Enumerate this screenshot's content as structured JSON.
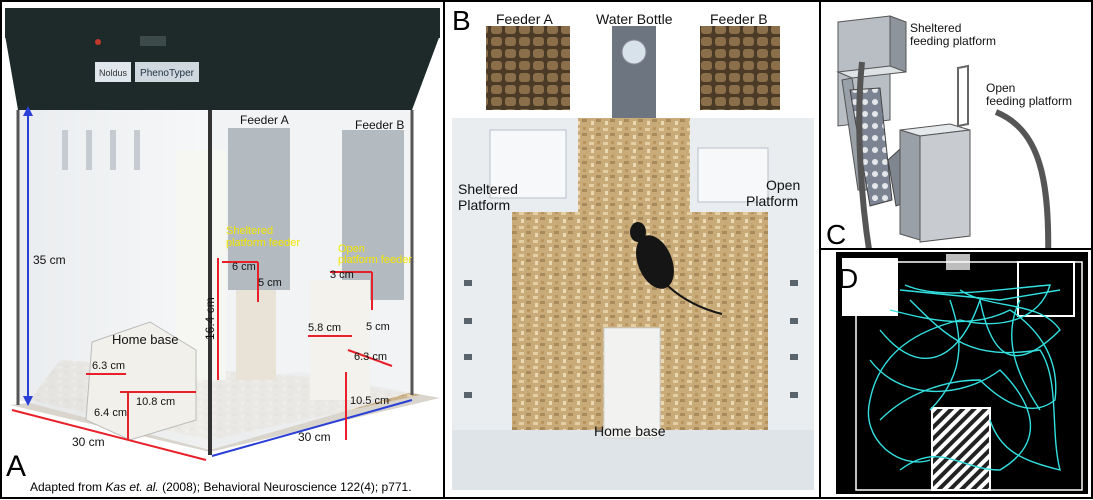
{
  "panels": {
    "a": {
      "letter": "A",
      "brand1": "Noldus",
      "brand2": "PhenoTyper",
      "feeder_a": "Feeder A",
      "feeder_b": "Feeder B",
      "sheltered_feeder_l1": "Sheltered",
      "sheltered_feeder_l2": "platform feeder",
      "open_feeder_l1": "Open",
      "open_feeder_l2": "platform feeder",
      "home_base": "Home base",
      "dims": {
        "height": "35 cm",
        "side": "30 cm",
        "front": "30 cm",
        "pole": "16.4 cm",
        "sheltered_w": "6 cm",
        "sheltered_h": "5 cm",
        "open_w": "3 cm",
        "open_h": "5 cm",
        "open_plat": "5.8 cm",
        "open_plat_d": "6.3 cm",
        "open_plat_h": "10.5 cm",
        "home_w": "6.3 cm",
        "home_d": "10.8 cm",
        "home_h": "6.4 cm"
      },
      "citation_pre": "Adapted from ",
      "citation_italic": "Kas et. al.",
      "citation_post": " (2008); Behavioral Neuroscience 122(4); p771."
    },
    "b": {
      "letter": "B",
      "feeder_a": "Feeder A",
      "water_bottle": "Water Bottle",
      "feeder_b": "Feeder B",
      "sheltered_l1": "Sheltered",
      "sheltered_l2": "Platform",
      "open_l1": "Open",
      "open_l2": "Platform",
      "home_base": "Home base"
    },
    "c": {
      "letter": "C",
      "sheltered_l1": "Sheltered",
      "sheltered_l2": "feeding platform",
      "open_l1": "Open",
      "open_l2": "feeding platform"
    },
    "d": {
      "letter": "D"
    }
  },
  "colors": {
    "dimension_red": "#e8202a",
    "dimension_blue": "#2a3fd6",
    "feeder_label_yellow": "#f2e600",
    "track_cyan": "#33e0e0",
    "roof_dark": "#1e2a2a"
  }
}
